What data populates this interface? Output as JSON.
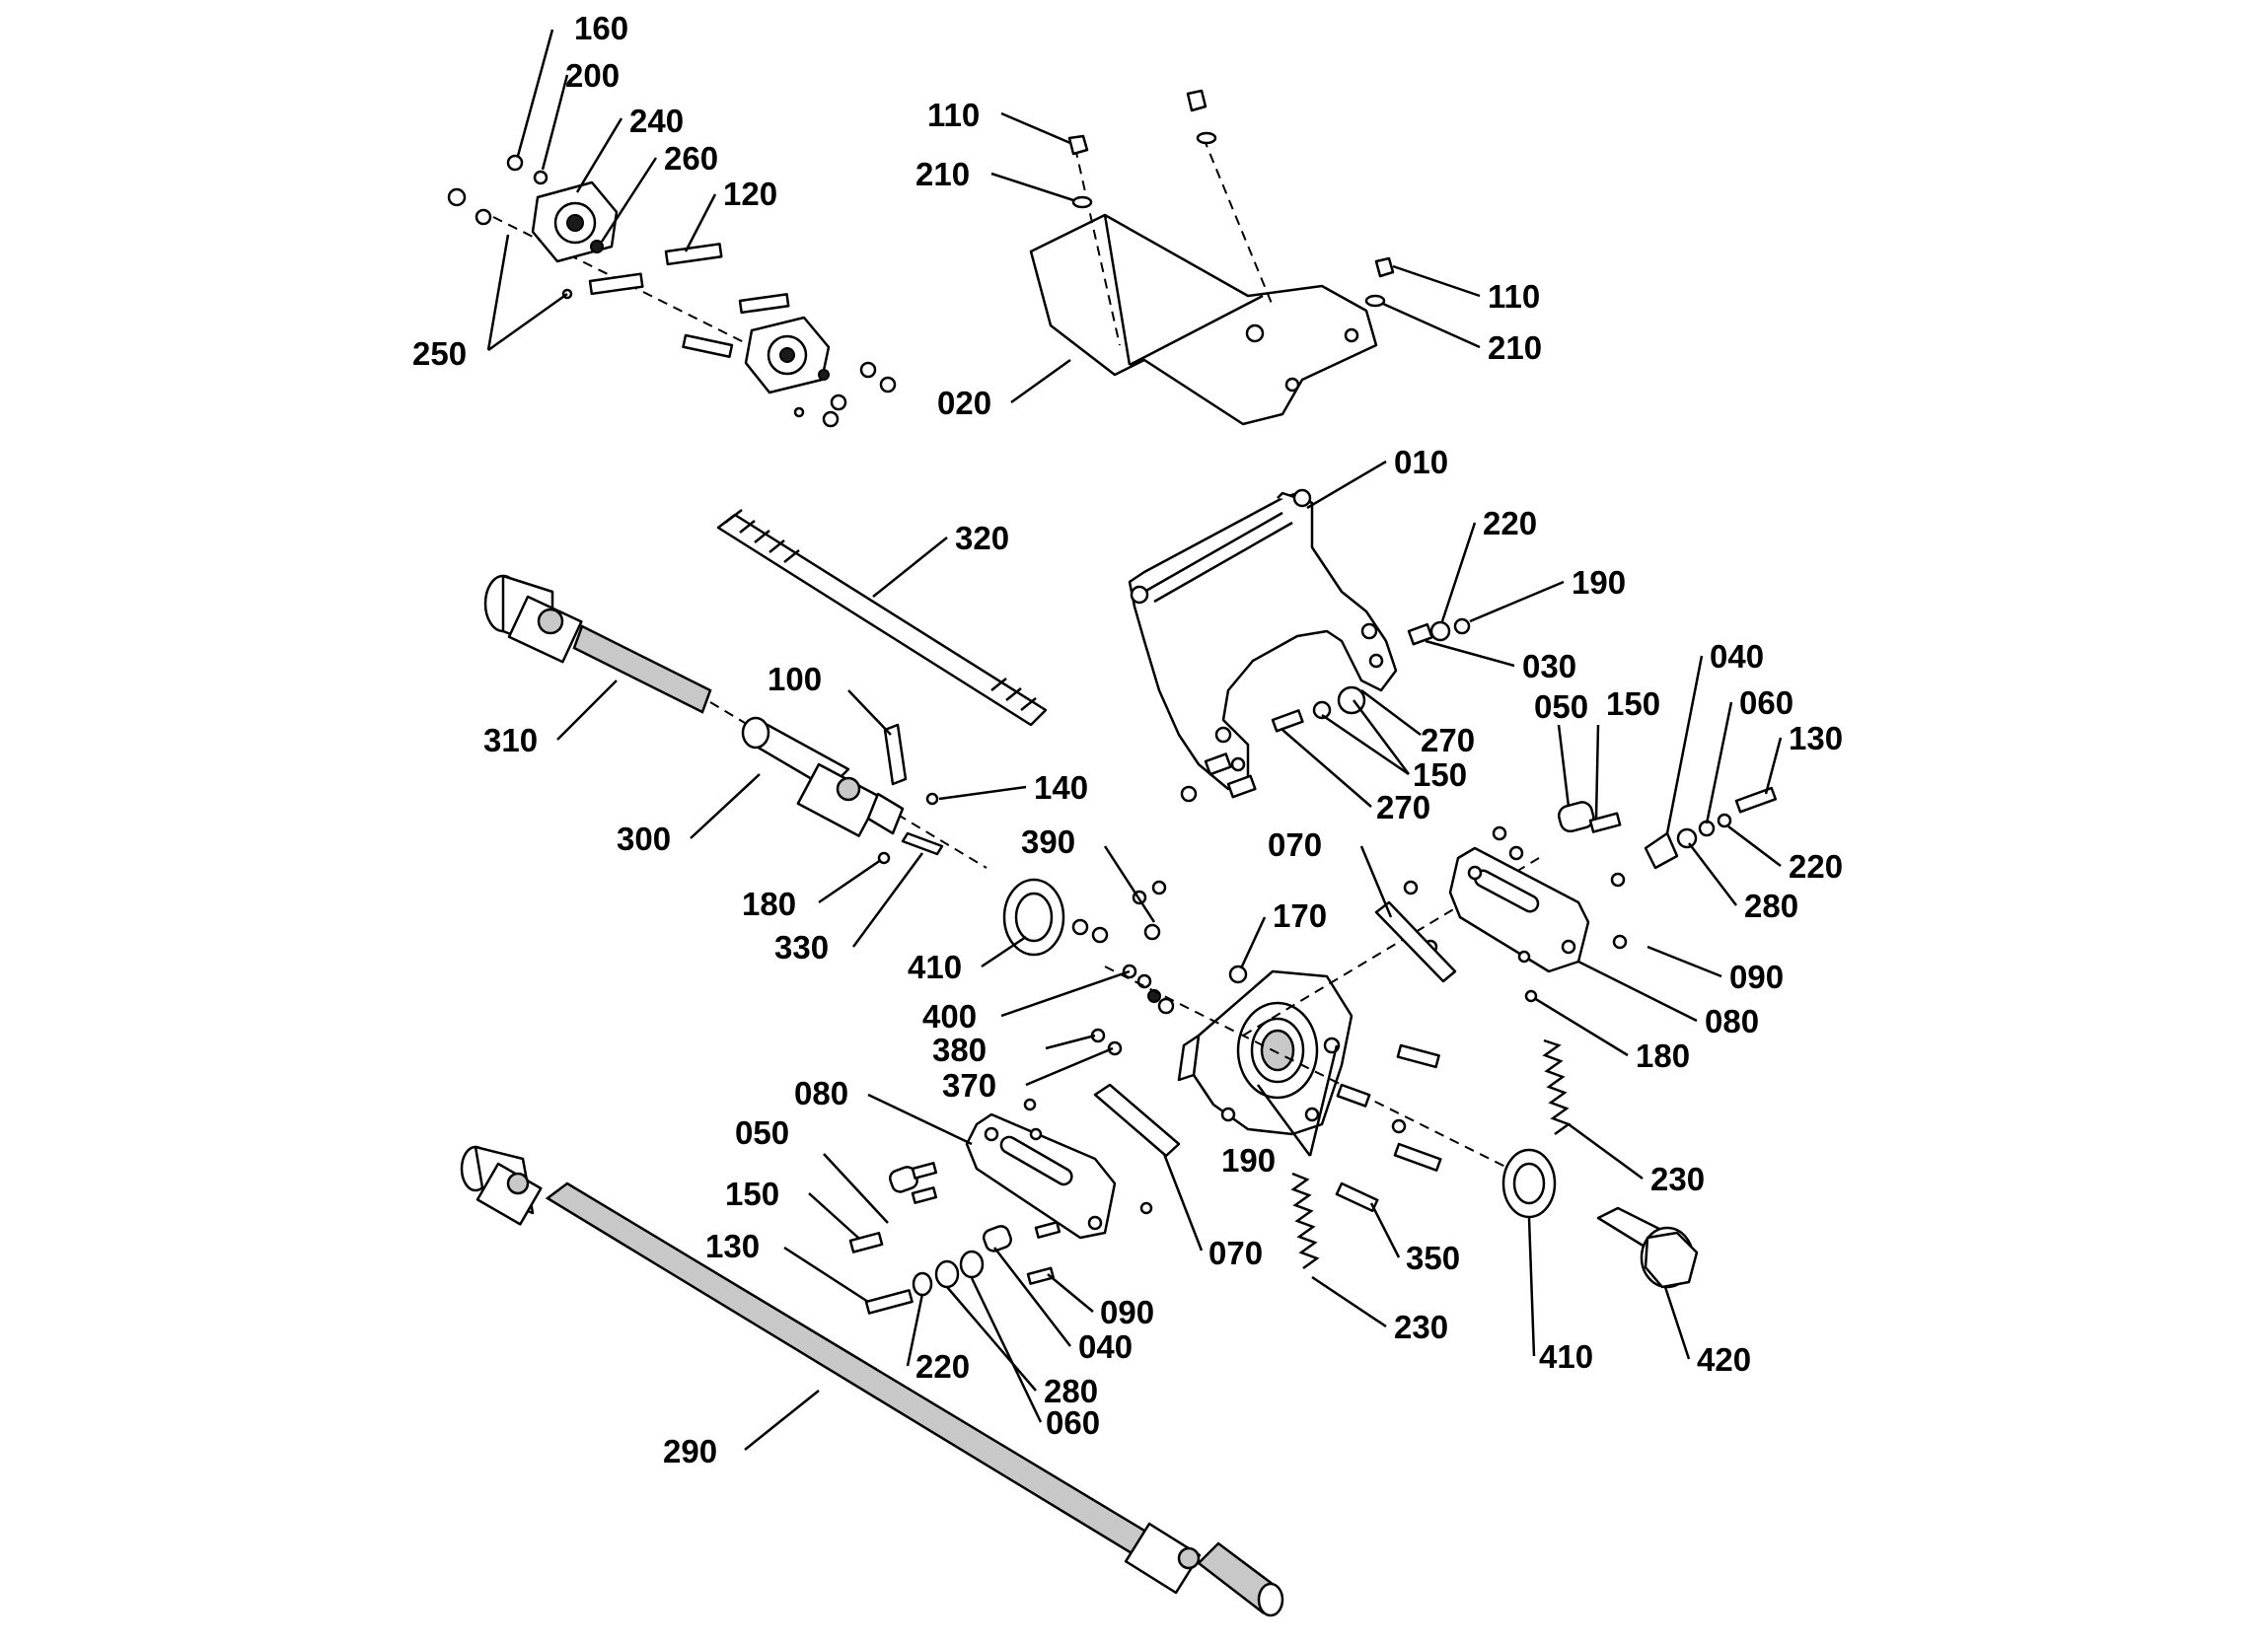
{
  "callouts": [
    {
      "id": "c160a",
      "label": "160"
    },
    {
      "id": "c200a",
      "label": "200"
    },
    {
      "id": "c240a",
      "label": "240"
    },
    {
      "id": "c260a",
      "label": "260"
    },
    {
      "id": "c120a",
      "label": "120"
    },
    {
      "id": "c250a",
      "label": "250"
    },
    {
      "id": "c110a",
      "label": "110"
    },
    {
      "id": "c210a",
      "label": "210"
    },
    {
      "id": "c110b",
      "label": "110"
    },
    {
      "id": "c210b",
      "label": "210"
    },
    {
      "id": "c020a",
      "label": "020"
    },
    {
      "id": "c010a",
      "label": "010"
    },
    {
      "id": "c320a",
      "label": "320"
    },
    {
      "id": "c220a",
      "label": "220"
    },
    {
      "id": "c190a",
      "label": "190"
    },
    {
      "id": "c030a",
      "label": "030"
    },
    {
      "id": "c040a",
      "label": "040"
    },
    {
      "id": "c060a",
      "label": "060"
    },
    {
      "id": "c050a",
      "label": "050"
    },
    {
      "id": "c150a",
      "label": "150"
    },
    {
      "id": "c130a",
      "label": "130"
    },
    {
      "id": "c310a",
      "label": "310"
    },
    {
      "id": "c100a",
      "label": "100"
    },
    {
      "id": "c270a",
      "label": "270"
    },
    {
      "id": "c150b",
      "label": "150"
    },
    {
      "id": "c270b",
      "label": "270"
    },
    {
      "id": "c140a",
      "label": "140"
    },
    {
      "id": "c300a",
      "label": "300"
    },
    {
      "id": "c390a",
      "label": "390"
    },
    {
      "id": "c070a",
      "label": "070"
    },
    {
      "id": "c220b",
      "label": "220"
    },
    {
      "id": "c280a",
      "label": "280"
    },
    {
      "id": "c180a",
      "label": "180"
    },
    {
      "id": "c330a",
      "label": "330"
    },
    {
      "id": "c170a",
      "label": "170"
    },
    {
      "id": "c410a",
      "label": "410"
    },
    {
      "id": "c090a",
      "label": "090"
    },
    {
      "id": "c400a",
      "label": "400"
    },
    {
      "id": "c080a",
      "label": "080"
    },
    {
      "id": "c380a",
      "label": "380"
    },
    {
      "id": "c370a",
      "label": "370"
    },
    {
      "id": "c180b",
      "label": "180"
    },
    {
      "id": "c080b",
      "label": "080"
    },
    {
      "id": "c050b",
      "label": "050"
    },
    {
      "id": "c190b",
      "label": "190"
    },
    {
      "id": "c230a",
      "label": "230"
    },
    {
      "id": "c150c",
      "label": "150"
    },
    {
      "id": "c070b",
      "label": "070"
    },
    {
      "id": "c130b",
      "label": "130"
    },
    {
      "id": "c350a",
      "label": "350"
    },
    {
      "id": "c090b",
      "label": "090"
    },
    {
      "id": "c040b",
      "label": "040"
    },
    {
      "id": "c230b",
      "label": "230"
    },
    {
      "id": "c410b",
      "label": "410"
    },
    {
      "id": "c420a",
      "label": "420"
    },
    {
      "id": "c220c",
      "label": "220"
    },
    {
      "id": "c280b",
      "label": "280"
    },
    {
      "id": "c060b",
      "label": "060"
    },
    {
      "id": "c290a",
      "label": "290"
    }
  ]
}
